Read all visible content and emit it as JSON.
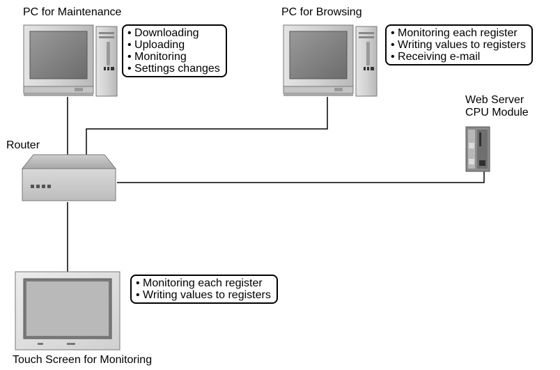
{
  "nodes": {
    "pc_maintenance": {
      "label": "PC for Maintenance",
      "tasks": [
        "Downloading",
        "Uploading",
        "Monitoring",
        "Settings changes"
      ]
    },
    "pc_browsing": {
      "label": "PC for Browsing",
      "tasks": [
        "Monitoring each register",
        "Writing values to registers",
        "Receiving e-mail"
      ]
    },
    "web_server": {
      "label_line1": "Web Server",
      "label_line2": "CPU Module"
    },
    "router": {
      "label": "Router"
    },
    "touch_screen": {
      "label": "Touch Screen for Monitoring",
      "tasks": [
        "Monitoring each register",
        "Writing values to registers"
      ]
    }
  },
  "connections": [
    {
      "from": "pc_maintenance",
      "to": "router"
    },
    {
      "from": "pc_browsing",
      "to": "router"
    },
    {
      "from": "router",
      "to": "web_server"
    },
    {
      "from": "router",
      "to": "touch_screen"
    }
  ]
}
